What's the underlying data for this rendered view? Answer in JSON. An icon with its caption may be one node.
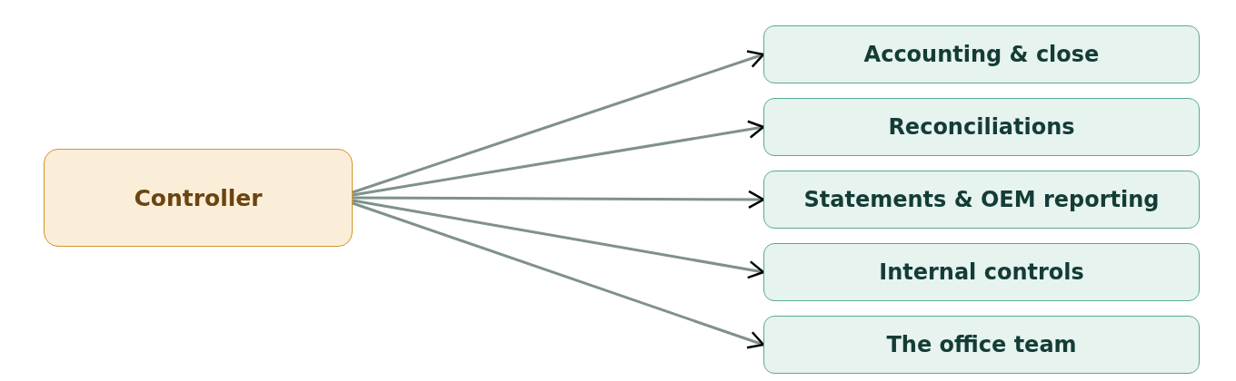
{
  "diagram": {
    "nodes": [
      {
        "text": [
          "Controller"
        ]
      },
      {
        "text": [
          "Accounting & close"
        ]
      },
      {
        "text": [
          "Reconciliations"
        ]
      },
      {
        "text": [
          "Statements & OEM reporting"
        ]
      },
      {
        "text": [
          "Internal controls"
        ]
      },
      {
        "text": [
          "The office team"
        ]
      }
    ],
    "edges": [
      {
        "from": 0,
        "to": 1,
        "arrow": "to"
      },
      {
        "from": 0,
        "to": 2,
        "arrow": "to"
      },
      {
        "from": 0,
        "to": 3,
        "arrow": "to"
      },
      {
        "from": 0,
        "to": 4,
        "arrow": "to"
      },
      {
        "from": 0,
        "to": 5,
        "arrow": "to"
      }
    ]
  }
}
